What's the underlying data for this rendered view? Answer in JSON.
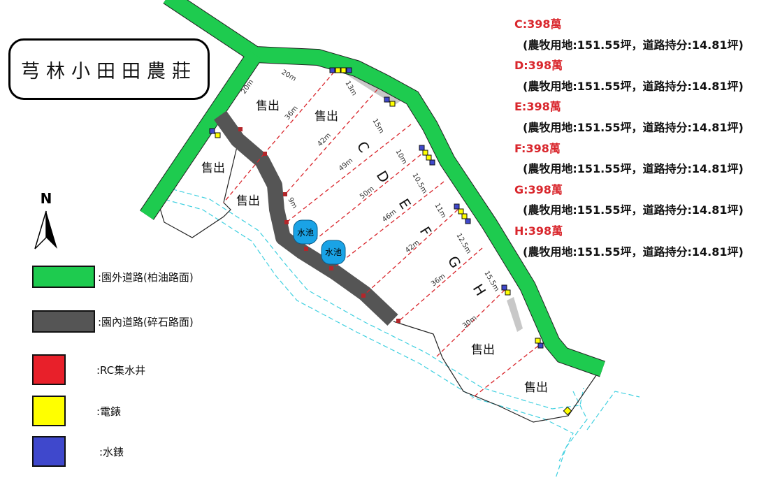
{
  "title": "芎林小田田農莊",
  "north": "N",
  "legend": [
    {
      "label": ":園外道路(柏油路面)",
      "color": "#1ecb4f"
    },
    {
      "label": ":園內道路(碎石路面)",
      "color": "#555555"
    },
    {
      "label": ":RC集水井",
      "color": "#e8202a"
    },
    {
      "label": ":電錶",
      "color": "#ffff00"
    },
    {
      "label": ":水錶",
      "color": "#3f48cc"
    }
  ],
  "prices": [
    {
      "lot": "C:398萬",
      "detail": "(農牧用地:151.55坪，道路持分:14.81坪)"
    },
    {
      "lot": "D:398萬",
      "detail": "(農牧用地:151.55坪，道路持分:14.81坪)"
    },
    {
      "lot": "E:398萬",
      "detail": "(農牧用地:151.55坪，道路持分:14.81坪)"
    },
    {
      "lot": "F:398萬",
      "detail": "(農牧用地:151.55坪，道路持分:14.81坪)"
    },
    {
      "lot": "G:398萬",
      "detail": "(農牧用地:151.55坪，道路持分:14.81坪)"
    },
    {
      "lot": "H:398萬",
      "detail": "(農牧用地:151.55坪，道路持分:14.81坪)"
    }
  ],
  "map": {
    "sold": "售出",
    "pool": "水池",
    "lots": [
      "C",
      "D",
      "E",
      "F",
      "G",
      "H"
    ],
    "dims": [
      "20m",
      "20m",
      "13m",
      "36m",
      "42m",
      "15m",
      "49m",
      "10m",
      "10.5m",
      "50m",
      "9m",
      "46m",
      "11m",
      "42m",
      "12.5m",
      "36m",
      "15.5m",
      "30m"
    ]
  }
}
